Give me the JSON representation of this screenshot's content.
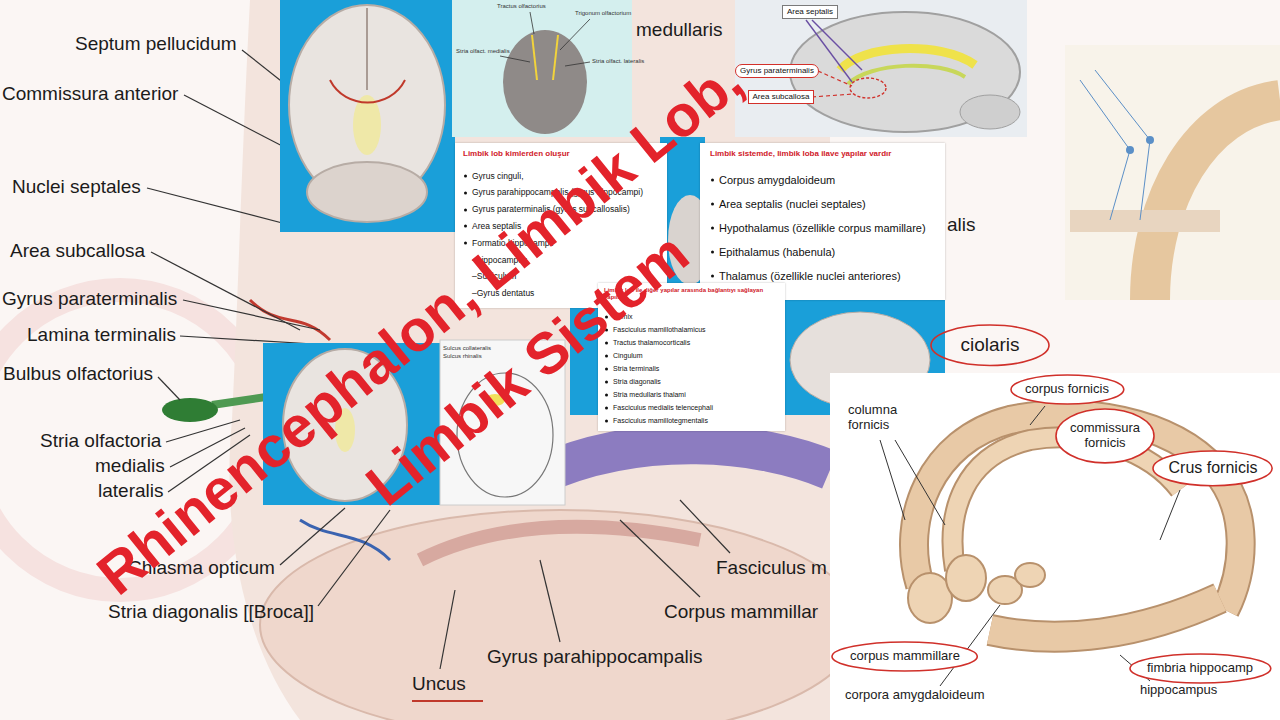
{
  "diagram": {
    "title": "Rhinencephalon, Limbik Lob, Limbik Sistem",
    "nodes": [
      {
        "text": [
          "Area septalis"
        ]
      },
      {
        "text": [
          "Gyrus paraterminalis"
        ]
      },
      {
        "text": [
          "Area subcallosa"
        ]
      },
      {
        "text": [
          "Limbik lob kimlerden oluşur",
          "Gyrus cinguli,",
          "Gyrus parahippocampalis (gyrus hippocampi)",
          "Gyrus paraterminalis (gyrus subcallosalis)",
          "Area septalis",
          "Formatio hippocampi:",
          "–hippocampus",
          "–Subiculum",
          "–Gyrus dentatus"
        ]
      },
      {
        "text": [
          "Limbik sistemde, limbik loba ilave yapılar vardır",
          "Corpus amygdaloideum",
          "Area septalis (nuclei septales)",
          "Hypothalamus (özellikle corpus mamillare)",
          "Epithalamus (habenula)",
          "Thalamus (özellikle nuclei anteriores)"
        ]
      },
      {
        "text": [
          "Limbik lob ile diğer yapılar arasında bağlantıyı sağlayan yapılar",
          "Fornix",
          "Fasciculus mamillothalamicus",
          "Tractus thalamocorticalis",
          "Cingulum",
          "Stria terminalis",
          "Stria diagonalis",
          "Stria medullaris thalami",
          "Fasciculus medialis telencephali",
          "Fasciculus mamillotegmentalis"
        ]
      },
      {
        "text": [
          "ciolaris"
        ]
      },
      {
        "text": [
          "corpus fornicis"
        ]
      },
      {
        "text": [
          "commissura fornicis"
        ]
      },
      {
        "text": [
          "Crus fornicis"
        ]
      },
      {
        "text": [
          "corpus mammillare"
        ]
      },
      {
        "text": [
          "fimbria hippocamp"
        ]
      }
    ],
    "labels": [
      "Septum pellucidum",
      "Commissura anterior",
      "Nuclei septales",
      "Area subcallosa",
      "Gyrus paraterminalis",
      "Lamina terminalis",
      "Bulbus olfactorius",
      "Stria olfactoria",
      "medialis",
      "lateralis",
      "Chiasma opticum",
      "Stria diagonalis [[Broca]]",
      "Uncus",
      "Gyrus parahippocampalis",
      "Corpus mammillar",
      "Fasciculus m",
      "medullaris",
      "alis",
      "Tractus olfactorius",
      "Trigonum olfactorium",
      "Stria olfact. medialis",
      "Stria olfact. lateralis",
      "Sulcus collateralis",
      "Sulcus rhinalis",
      "columna fornicis",
      "hippocampus",
      "corpora amygdaloideum"
    ]
  }
}
